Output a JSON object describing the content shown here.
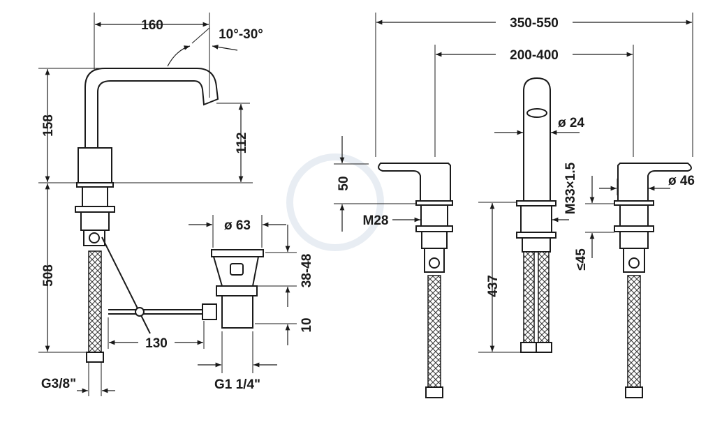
{
  "drawing": {
    "title": "Three-hole basin mixer and single-hole basin mixer dimension drawing",
    "line_color": "#1a1a1a",
    "single_hole": {
      "spout_reach": "160",
      "spout_angle": "10°-30°",
      "spout_height": "158",
      "outlet_height": "112",
      "hose_length": "508",
      "drain_diameter": "ø 63",
      "drain_range": "38-48",
      "drain_offset": "10",
      "rod_length": "130",
      "supply_thread": "G3/8\"",
      "drain_thread": "G1 1/4\""
    },
    "three_hole": {
      "overall_spacing": "350-550",
      "inner_spacing": "200-400",
      "spout_diameter": "ø 24",
      "handle_height": "50",
      "handle_thread": "M28",
      "spout_thread": "M33×1.5",
      "handle_diameter": "ø 46",
      "max_deck": "≤45",
      "spout_hose_length": "437"
    }
  }
}
